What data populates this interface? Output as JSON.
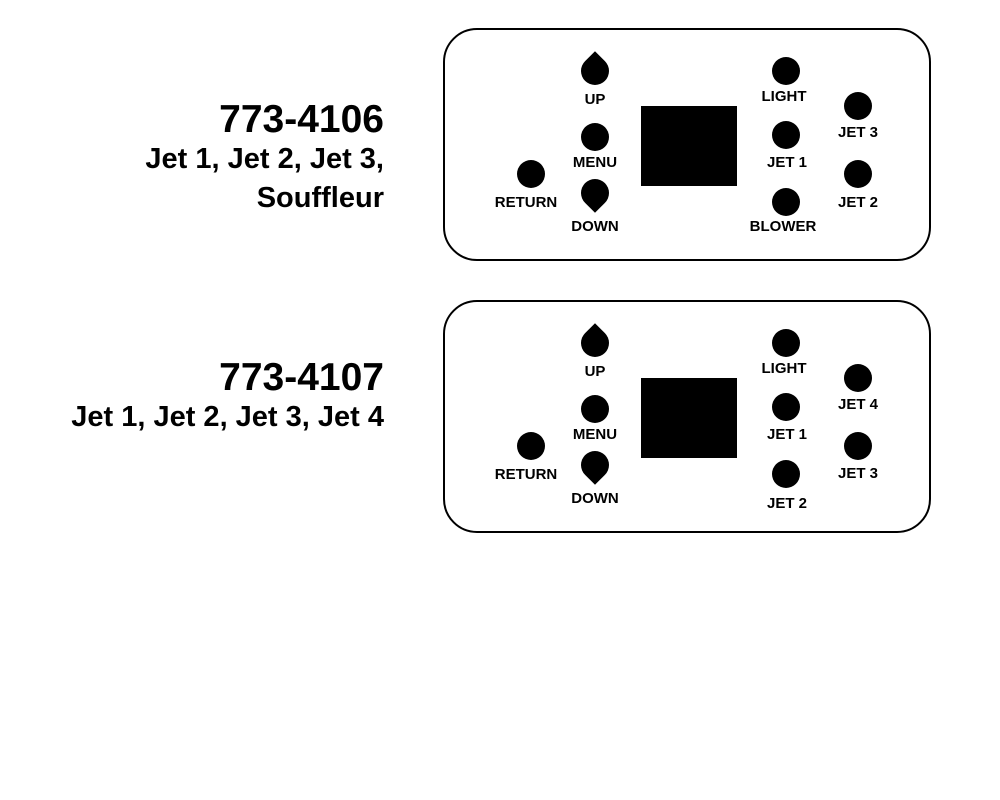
{
  "models": [
    {
      "code": "773-4106",
      "description_lines": [
        "Jet 1, Jet 2, Jet 3,",
        "Souffleur"
      ],
      "buttons": {
        "up": "UP",
        "menu": "MENU",
        "down": "DOWN",
        "return": "RETURN",
        "light": "LIGHT",
        "center": "JET 1",
        "bottom": "BLOWER",
        "right_top": "JET 3",
        "right_bottom": "JET 2"
      }
    },
    {
      "code": "773-4107",
      "description_lines": [
        "Jet 1, Jet 2, Jet 3, Jet 4"
      ],
      "buttons": {
        "up": "UP",
        "menu": "MENU",
        "down": "DOWN",
        "return": "RETURN",
        "light": "LIGHT",
        "center": "JET 1",
        "bottom": "JET 2",
        "right_top": "JET 4",
        "right_bottom": "JET 3"
      }
    }
  ]
}
